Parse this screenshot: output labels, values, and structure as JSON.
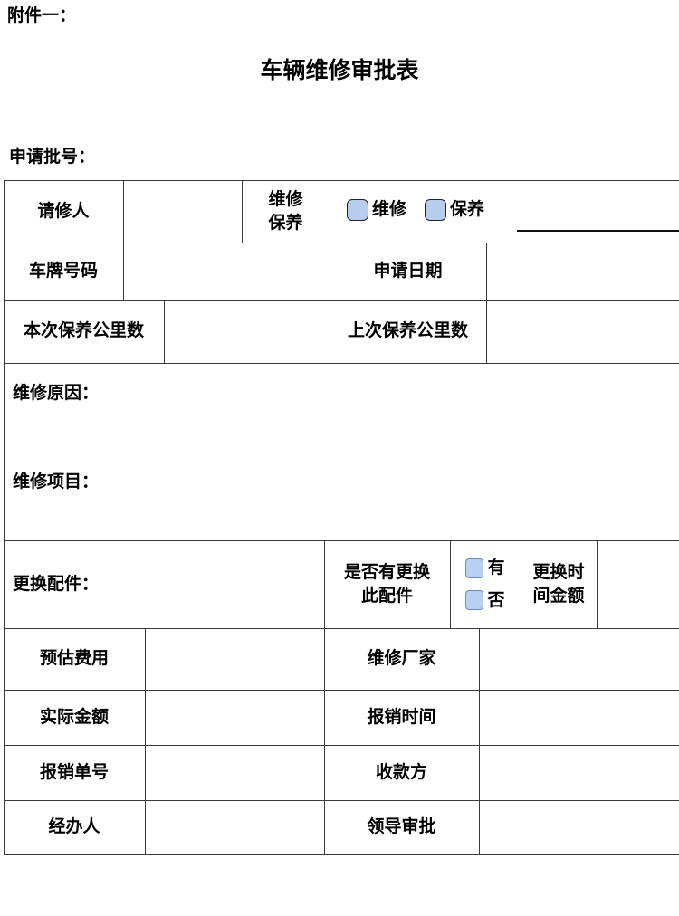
{
  "header": {
    "attachment": "附件一：",
    "title": "车辆维修审批表",
    "apply_no_label": "申请批号："
  },
  "labels": {
    "applicant": "请修人",
    "type": "维修\n保养",
    "opt_repair": "维修",
    "opt_maint": "保养",
    "plate": "车牌号码",
    "apply_date": "申请日期",
    "current_km": "本次保养公里数",
    "last_km": "上次保养公里数",
    "reason": "维修原因：",
    "items": "维修项目：",
    "parts": "更换配件：",
    "has_replace": "是否有更换\n此配件",
    "yes": "有",
    "no": "否",
    "replace_time_amount": "更换时\n间金额",
    "est_cost": "预估费用",
    "repair_factory": "维修厂家",
    "actual_amount": "实际金额",
    "reimburse_time": "报销时间",
    "reimburse_no": "报销单号",
    "payee": "收款方",
    "handler": "经办人",
    "leader_approval": "领导审批"
  },
  "colors": {
    "checkbox_fill": "#b7cdee",
    "border": "#3a3a3a"
  }
}
